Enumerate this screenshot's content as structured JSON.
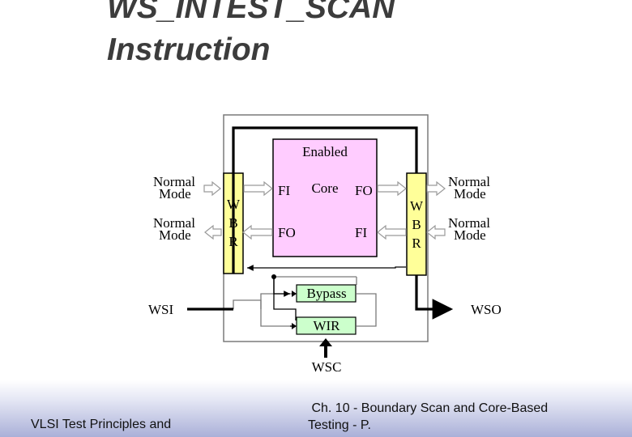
{
  "slide": {
    "title_line1": "WS_INTEST_SCAN",
    "title_line2": "Instruction"
  },
  "diagram": {
    "core_block": {
      "header": "Enabled",
      "center": "Core",
      "fi_top": "FI",
      "fo_top": "FO",
      "fo_bottom": "FO",
      "fi_bottom": "FI"
    },
    "wbr_left": [
      "W",
      "B",
      "R"
    ],
    "wbr_right": [
      "W",
      "B",
      "R"
    ],
    "normal_mode_left_top": [
      "Normal",
      "Mode"
    ],
    "normal_mode_left_bottom": [
      "Normal",
      "Mode"
    ],
    "normal_mode_right_top": [
      "Normal",
      "Mode"
    ],
    "normal_mode_right_bottom": [
      "Normal",
      "Mode"
    ],
    "bypass": "Bypass",
    "wir": "WIR",
    "wsi": "WSI",
    "wso": "WSO",
    "wsc": "WSC",
    "colors": {
      "core_fill": "#ffccff",
      "wbr_fill": "#ffff99",
      "register_fill": "#ccffcc",
      "active_path": "#000000",
      "inactive_path": "#7a7a7a"
    }
  },
  "footer": {
    "left": "VLSI Test Principles and",
    "right": " Ch. 10 - Boundary Scan and Core-Based\nTesting - P."
  }
}
